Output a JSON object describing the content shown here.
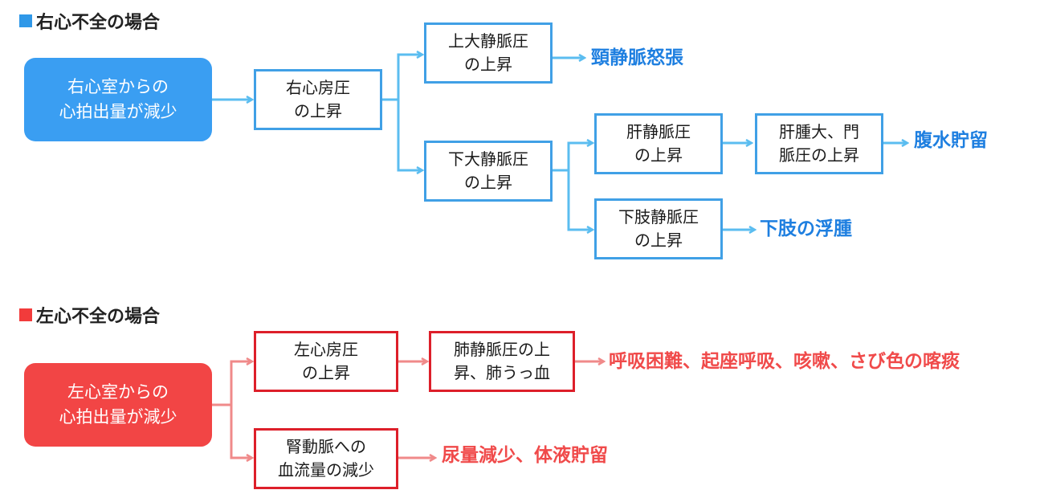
{
  "colors": {
    "right_accent": "#3a9ef2",
    "right_border": "#40a0e6",
    "right_arrow": "#5bbdf0",
    "right_outcome": "#1e7fe0",
    "left_accent": "#f24545",
    "left_border": "#dd1f2a",
    "left_arrow": "#f08a8a",
    "left_outcome": "#f04a4a"
  },
  "right": {
    "title": "右心不全の場合",
    "start": [
      "右心室からの",
      "心拍出量が減少"
    ],
    "ra_pressure": [
      "右心房圧",
      "の上昇"
    ],
    "svc": [
      "上大静脈圧",
      "の上昇"
    ],
    "ivc": [
      "下大静脈圧",
      "の上昇"
    ],
    "hepatic": [
      "肝静脈圧",
      "の上昇"
    ],
    "portal": [
      "肝腫大、門",
      "脈圧の上昇"
    ],
    "limb": [
      "下肢静脈圧",
      "の上昇"
    ],
    "outcome_jvd": "頸静脈怒張",
    "outcome_ascites": "腹水貯留",
    "outcome_edema": "下肢の浮腫"
  },
  "left": {
    "title": "左心不全の場合",
    "start": [
      "左心室からの",
      "心拍出量が減少"
    ],
    "la_pressure": [
      "左心房圧",
      "の上昇"
    ],
    "pulmonary": [
      "肺静脈圧の上",
      "昇、肺うっ血"
    ],
    "renal": [
      "腎動脈への",
      "血流量の減少"
    ],
    "outcome_resp": "呼吸困難、起座呼吸、咳嗽、さび色の喀痰",
    "outcome_urine": "尿量減少、体液貯留"
  }
}
